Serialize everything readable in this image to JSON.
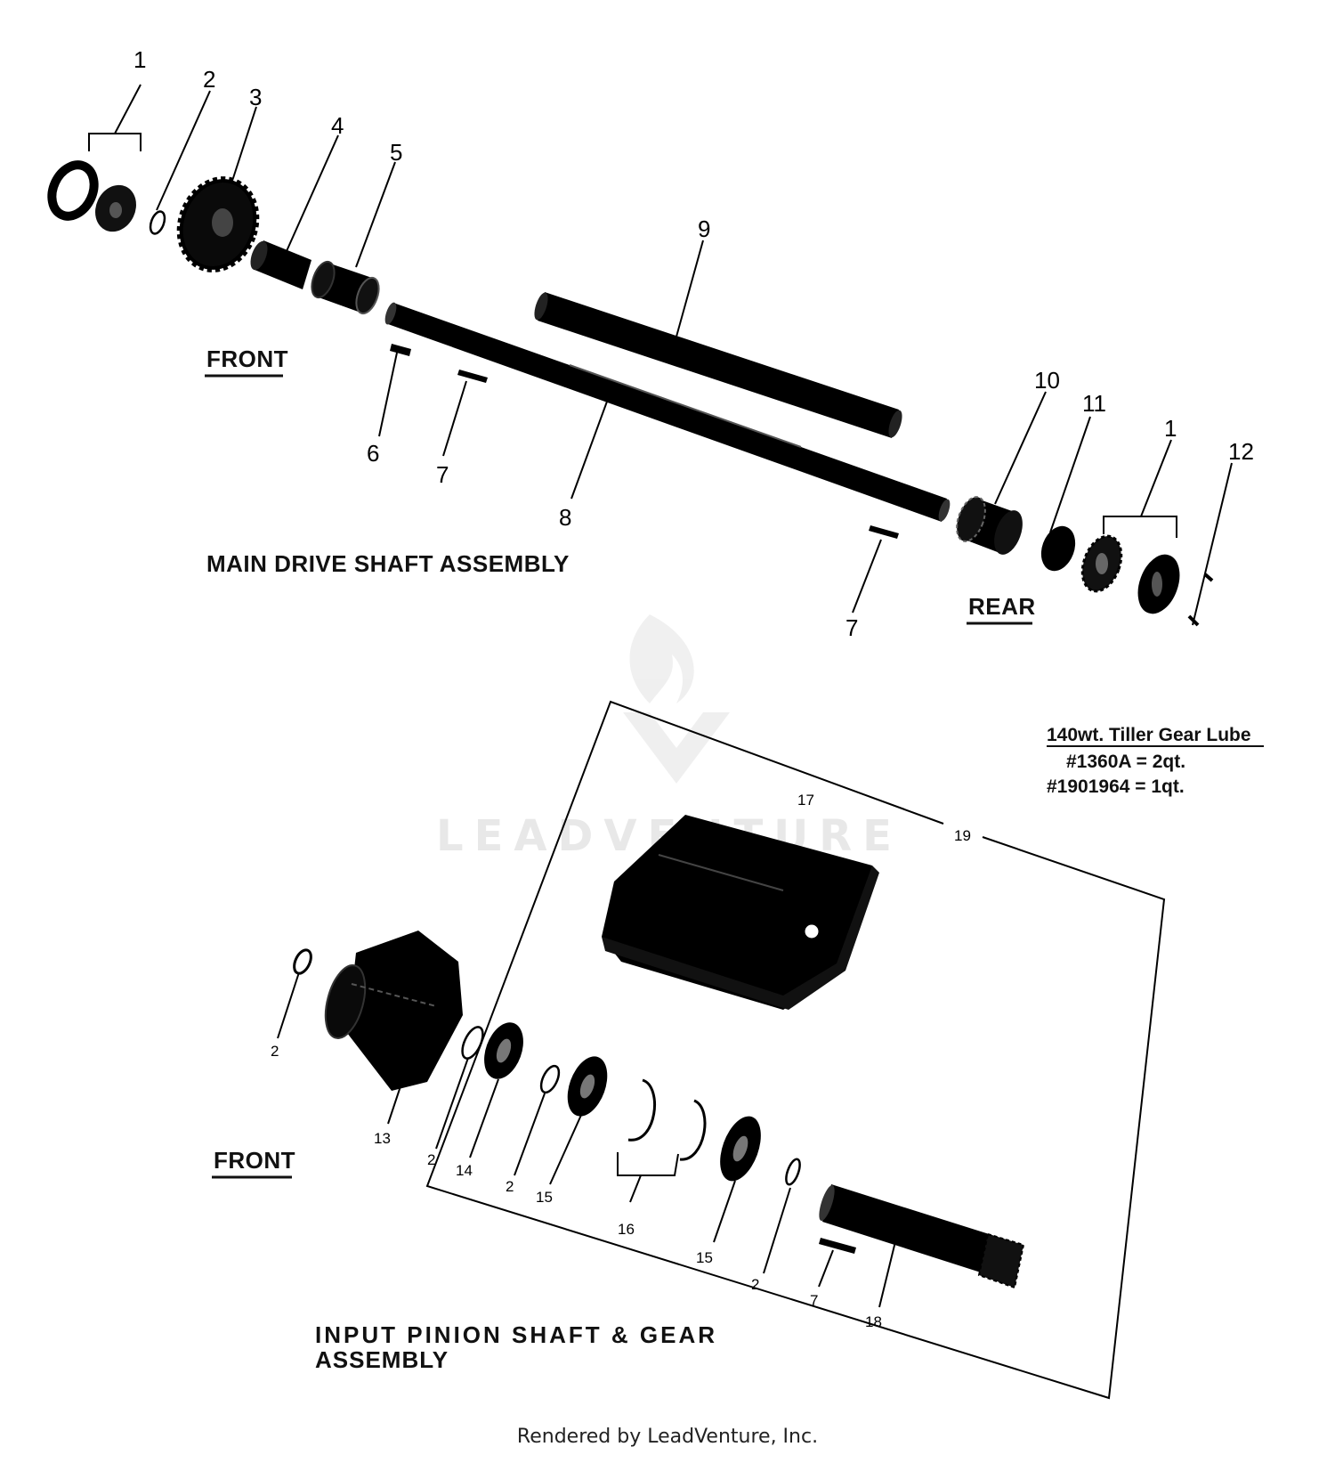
{
  "titles": {
    "main_assembly": "MAIN DRIVE SHAFT ASSEMBLY",
    "pinion_line1": "INPUT PINION SHAFT & GEAR",
    "pinion_line2": "ASSEMBLY"
  },
  "orientation": {
    "front_top": "FRONT",
    "rear_top": "REAR",
    "front_bottom": "FRONT"
  },
  "note": {
    "heading": "140wt. Tiller Gear Lube",
    "line1": "#1360A = 2qt.",
    "line2": "#1901964 = 1qt."
  },
  "watermark": "LEADVENTURE",
  "footer": "Rendered by LeadVenture, Inc.",
  "callouts_top": {
    "c1a": "1",
    "c2": "2",
    "c3": "3",
    "c4": "4",
    "c5": "5",
    "c6": "6",
    "c7a": "7",
    "c8": "8",
    "c9": "9",
    "c7b": "7",
    "c10": "10",
    "c11": "11",
    "c1b": "1",
    "c12": "12"
  },
  "callouts_bottom": {
    "c2a": "2",
    "c13": "13",
    "c2b": "2",
    "c14": "14",
    "c2c": "2",
    "c15a": "15",
    "c16": "16",
    "c15b": "15",
    "c2d": "2",
    "c7": "7",
    "c18": "18",
    "c17": "17",
    "c19": "19"
  }
}
